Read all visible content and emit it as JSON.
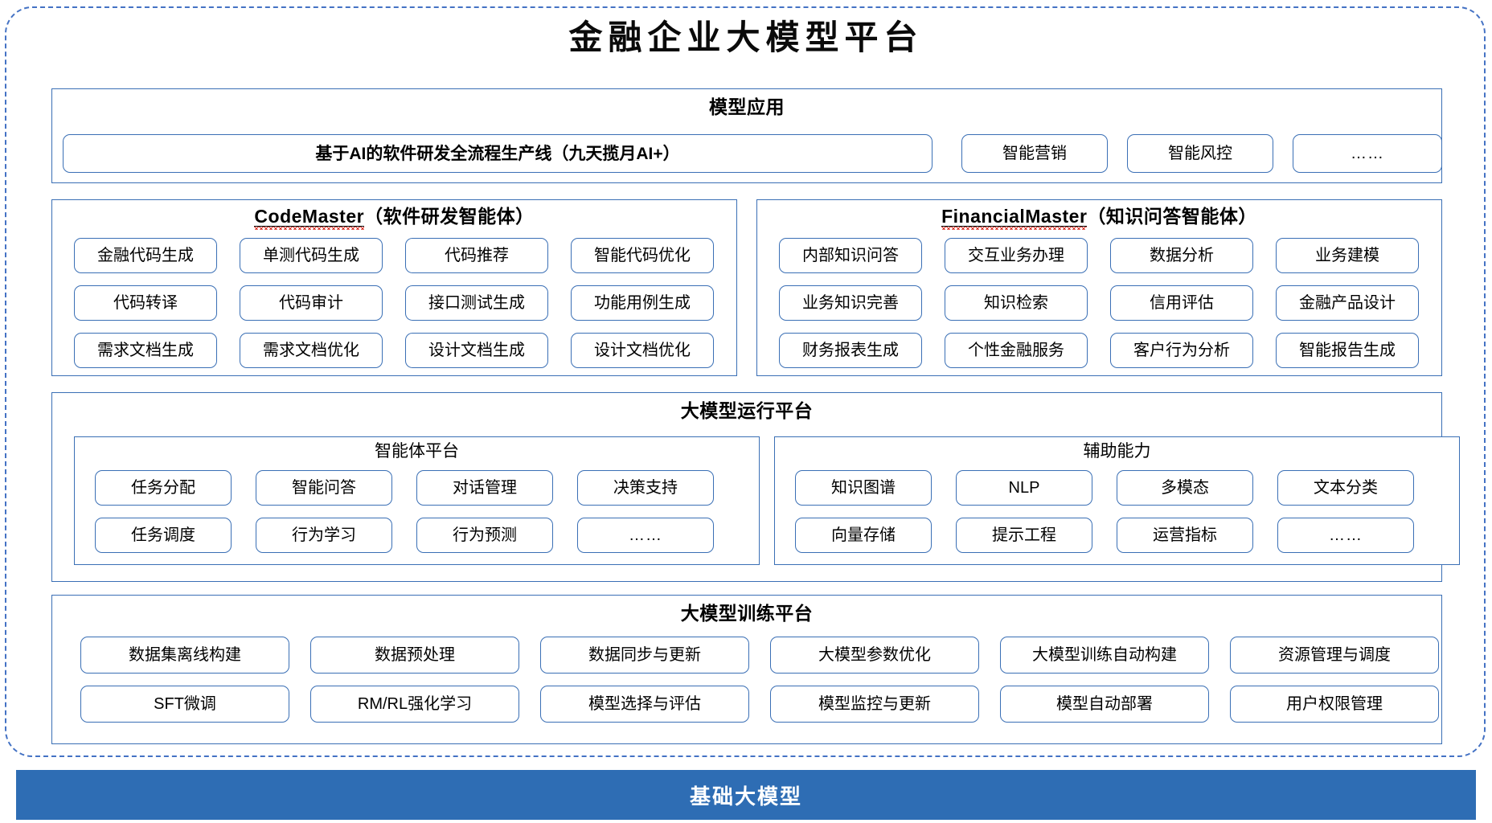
{
  "page": {
    "title": "金融企业大模型平台",
    "accent_border": "#3a6fb5",
    "dashed_border": "#4472c4",
    "base_bar_color": "#2e6db4",
    "spellcheck_underline_color": "#d93025"
  },
  "model_application": {
    "title": "模型应用",
    "main_chip": "基于AI的软件研发全流程生产线（九天揽月AI+）",
    "chips": [
      "智能营销",
      "智能风控",
      "……"
    ]
  },
  "agents": [
    {
      "name": "CodeMaster",
      "suffix": "（软件研发智能体）",
      "spellchecked": true,
      "chips": [
        "金融代码生成",
        "单测代码生成",
        "代码推荐",
        "智能代码优化",
        "代码转译",
        "代码审计",
        "接口测试生成",
        "功能用例生成",
        "需求文档生成",
        "需求文档优化",
        "设计文档生成",
        "设计文档优化"
      ]
    },
    {
      "name": "FinancialMaster",
      "suffix": "（知识问答智能体）",
      "spellchecked": true,
      "chips": [
        "内部知识问答",
        "交互业务办理",
        "数据分析",
        "业务建模",
        "业务知识完善",
        "知识检索",
        "信用评估",
        "金融产品设计",
        "财务报表生成",
        "个性金融服务",
        "客户行为分析",
        "智能报告生成"
      ]
    }
  ],
  "runtime_platform": {
    "title": "大模型运行平台",
    "panels": [
      {
        "title": "智能体平台",
        "chips": [
          "任务分配",
          "智能问答",
          "对话管理",
          "决策支持",
          "任务调度",
          "行为学习",
          "行为预测",
          "……"
        ]
      },
      {
        "title": "辅助能力",
        "chips": [
          "知识图谱",
          "NLP",
          "多模态",
          "文本分类",
          "向量存储",
          "提示工程",
          "运营指标",
          "……"
        ]
      }
    ]
  },
  "training_platform": {
    "title": "大模型训练平台",
    "chips": [
      "数据集离线构建",
      "数据预处理",
      "数据同步与更新",
      "大模型参数优化",
      "大模型训练自动构建",
      "资源管理与调度",
      "SFT微调",
      "RM/RL强化学习",
      "模型选择与评估",
      "模型监控与更新",
      "模型自动部署",
      "用户权限管理"
    ]
  },
  "base_model": {
    "label": "基础大模型"
  }
}
